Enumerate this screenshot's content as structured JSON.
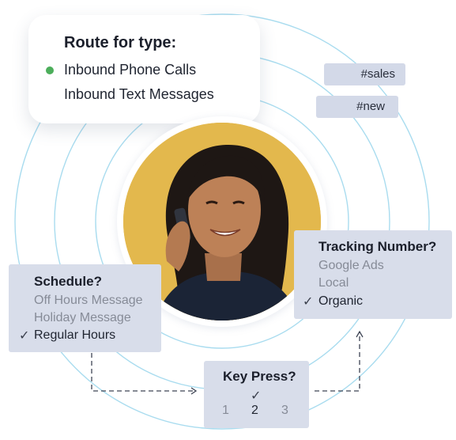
{
  "route_card": {
    "title": "Route for type:",
    "options": [
      {
        "label": "Inbound Phone Calls",
        "active": true
      },
      {
        "label": "Inbound Text Messages",
        "active": false
      }
    ]
  },
  "tags": [
    "#sales",
    "#new"
  ],
  "schedule": {
    "title": "Schedule?",
    "options": [
      "Off Hours Message",
      "Holiday Message",
      "Regular Hours"
    ],
    "selected": "Regular Hours"
  },
  "tracking": {
    "title": "Tracking Number?",
    "options": [
      "Google Ads",
      "Local",
      "Organic"
    ],
    "selected": "Organic"
  },
  "keypress": {
    "title": "Key Press?",
    "keys": [
      "1",
      "2",
      "3"
    ],
    "selected": "2"
  },
  "colors": {
    "accent_green": "#4cae5b",
    "orbit_line": "#a9dcef",
    "panel_bg": "#d8ddea",
    "tag_bg": "#d3d9e8",
    "photo_bg": "#e3b84d"
  },
  "icons": {
    "status_dot": "green-dot-icon",
    "check": "check-icon",
    "connector_arrow": "arrow-icon"
  },
  "check_glyph": "✓"
}
